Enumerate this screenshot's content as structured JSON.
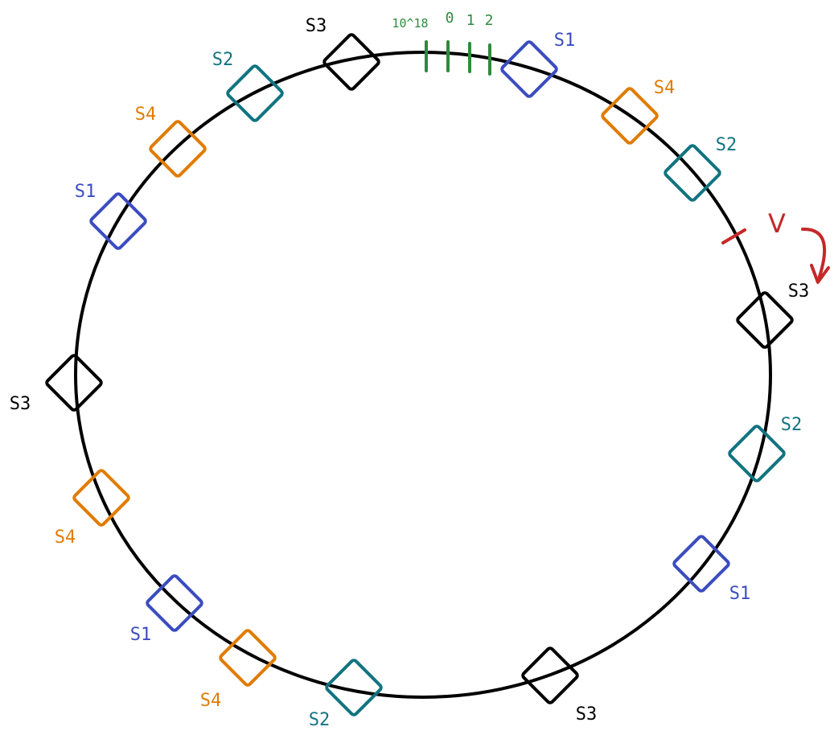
{
  "colors": {
    "ring": "#000000",
    "S1": "#3b4cc0",
    "S2": "#107480",
    "S3": "#000000",
    "S4": "#e07b00",
    "ticks": "#2e8b3c",
    "marker": "#c62828"
  },
  "ticks": [
    {
      "label": "10^18"
    },
    {
      "label": "0"
    },
    {
      "label": "1"
    },
    {
      "label": "2"
    }
  ],
  "marker": {
    "label": "V"
  },
  "nodes": [
    {
      "server": "S3",
      "label": "S3"
    },
    {
      "server": "S1",
      "label": "S1"
    },
    {
      "server": "S4",
      "label": "S4"
    },
    {
      "server": "S2",
      "label": "S2"
    },
    {
      "server": "S3",
      "label": "S3"
    },
    {
      "server": "S2",
      "label": "S2"
    },
    {
      "server": "S1",
      "label": "S1"
    },
    {
      "server": "S3",
      "label": "S3"
    },
    {
      "server": "S2",
      "label": "S2"
    },
    {
      "server": "S4",
      "label": "S4"
    },
    {
      "server": "S1",
      "label": "S1"
    },
    {
      "server": "S4",
      "label": "S4"
    },
    {
      "server": "S3",
      "label": "S3"
    },
    {
      "server": "S1",
      "label": "S1"
    },
    {
      "server": "S4",
      "label": "S4"
    },
    {
      "server": "S2",
      "label": "S2"
    }
  ]
}
